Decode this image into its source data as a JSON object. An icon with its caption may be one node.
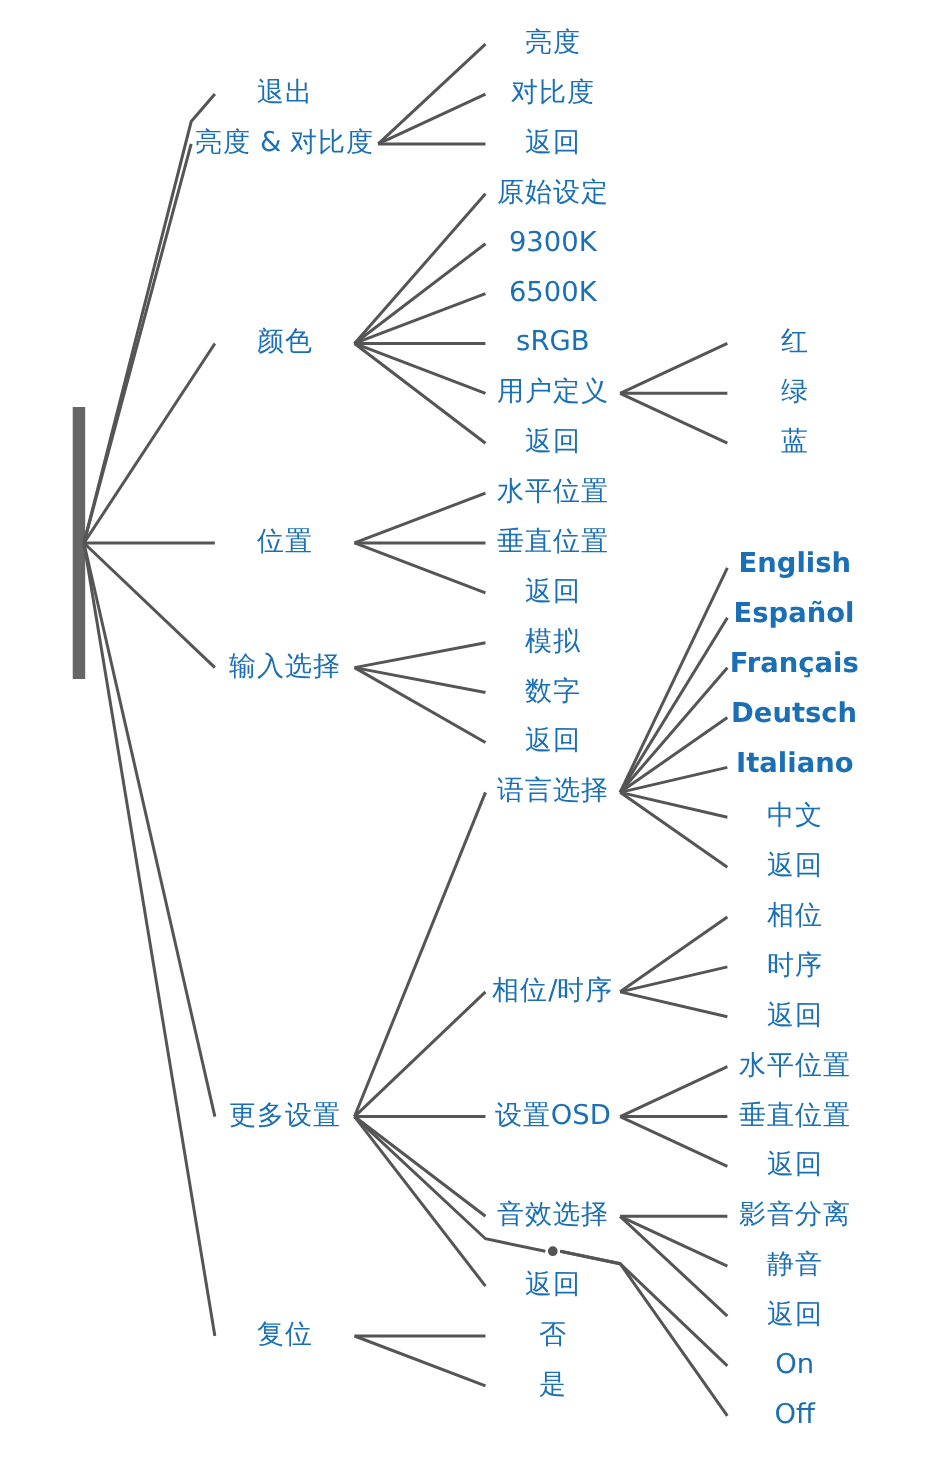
{
  "diagram": {
    "nodes": [
      {
        "text": [],
        "shape": "bar"
      },
      {
        "text": [
          "退出"
        ]
      },
      {
        "text": [
          "亮度 & 对比度"
        ]
      },
      {
        "text": [
          "亮度"
        ]
      },
      {
        "text": [
          "对比度"
        ]
      },
      {
        "text": [
          "返回"
        ]
      },
      {
        "text": [
          "颜色"
        ]
      },
      {
        "text": [
          "原始设定"
        ]
      },
      {
        "text": [
          "9300K"
        ]
      },
      {
        "text": [
          "6500K"
        ]
      },
      {
        "text": [
          "sRGB"
        ]
      },
      {
        "text": [
          "用户定义"
        ]
      },
      {
        "text": [
          "红"
        ]
      },
      {
        "text": [
          "绿"
        ]
      },
      {
        "text": [
          "蓝"
        ]
      },
      {
        "text": [
          "返回"
        ]
      },
      {
        "text": [
          "位置"
        ]
      },
      {
        "text": [
          "水平位置"
        ]
      },
      {
        "text": [
          "垂直位置"
        ]
      },
      {
        "text": [
          "返回"
        ]
      },
      {
        "text": [
          "输入选择"
        ]
      },
      {
        "text": [
          "模拟"
        ]
      },
      {
        "text": [
          "数字"
        ]
      },
      {
        "text": [
          "返回"
        ]
      },
      {
        "text": [
          "更多设置"
        ]
      },
      {
        "text": [
          "语言选择"
        ]
      },
      {
        "text": [
          "English"
        ]
      },
      {
        "text": [
          "Español"
        ]
      },
      {
        "text": [
          "Français"
        ]
      },
      {
        "text": [
          "Deutsch"
        ]
      },
      {
        "text": [
          "Italiano"
        ]
      },
      {
        "text": [
          "中文"
        ]
      },
      {
        "text": [
          "返回"
        ]
      },
      {
        "text": [
          "相位/时序"
        ]
      },
      {
        "text": [
          "相位"
        ]
      },
      {
        "text": [
          "时序"
        ]
      },
      {
        "text": [
          "返回"
        ]
      },
      {
        "text": [
          "设置OSD"
        ]
      },
      {
        "text": [
          "水平位置"
        ]
      },
      {
        "text": [
          "垂直位置"
        ]
      },
      {
        "text": [
          "返回"
        ]
      },
      {
        "text": [
          "音效选择"
        ]
      },
      {
        "text": [
          "影音分离"
        ]
      },
      {
        "text": [
          "静音"
        ]
      },
      {
        "text": [
          "返回"
        ]
      },
      {
        "text": [],
        "shape": "point"
      },
      {
        "text": [
          "On"
        ]
      },
      {
        "text": [
          "Off"
        ]
      },
      {
        "text": [
          "返回"
        ]
      },
      {
        "text": [
          "复位"
        ]
      },
      {
        "text": [
          "否"
        ]
      },
      {
        "text": [
          "是"
        ]
      }
    ],
    "edges": [
      {
        "from": 0,
        "to": 1,
        "arrow": "none"
      },
      {
        "from": 0,
        "to": 2,
        "arrow": "none"
      },
      {
        "from": 2,
        "to": 3,
        "arrow": "none"
      },
      {
        "from": 2,
        "to": 4,
        "arrow": "none"
      },
      {
        "from": 2,
        "to": 5,
        "arrow": "none"
      },
      {
        "from": 0,
        "to": 6,
        "arrow": "none"
      },
      {
        "from": 6,
        "to": 7,
        "arrow": "none"
      },
      {
        "from": 6,
        "to": 8,
        "arrow": "none"
      },
      {
        "from": 6,
        "to": 9,
        "arrow": "none"
      },
      {
        "from": 6,
        "to": 10,
        "arrow": "none"
      },
      {
        "from": 6,
        "to": 11,
        "arrow": "none"
      },
      {
        "from": 11,
        "to": 12,
        "arrow": "none"
      },
      {
        "from": 11,
        "to": 13,
        "arrow": "none"
      },
      {
        "from": 11,
        "to": 14,
        "arrow": "none"
      },
      {
        "from": 6,
        "to": 15,
        "arrow": "none"
      },
      {
        "from": 0,
        "to": 16,
        "arrow": "none"
      },
      {
        "from": 16,
        "to": 17,
        "arrow": "none"
      },
      {
        "from": 16,
        "to": 18,
        "arrow": "none"
      },
      {
        "from": 16,
        "to": 19,
        "arrow": "none"
      },
      {
        "from": 0,
        "to": 20,
        "arrow": "none"
      },
      {
        "from": 20,
        "to": 21,
        "arrow": "none"
      },
      {
        "from": 20,
        "to": 22,
        "arrow": "none"
      },
      {
        "from": 20,
        "to": 23,
        "arrow": "none"
      },
      {
        "from": 0,
        "to": 24,
        "arrow": "none"
      },
      {
        "from": 24,
        "to": 25,
        "arrow": "none"
      },
      {
        "from": 25,
        "to": 26,
        "arrow": "none"
      },
      {
        "from": 25,
        "to": 27,
        "arrow": "none"
      },
      {
        "from": 25,
        "to": 28,
        "arrow": "none"
      },
      {
        "from": 25,
        "to": 29,
        "arrow": "none"
      },
      {
        "from": 25,
        "to": 30,
        "arrow": "none"
      },
      {
        "from": 25,
        "to": 31,
        "arrow": "none"
      },
      {
        "from": 25,
        "to": 32,
        "arrow": "none"
      },
      {
        "from": 24,
        "to": 33,
        "arrow": "none"
      },
      {
        "from": 33,
        "to": 34,
        "arrow": "none"
      },
      {
        "from": 33,
        "to": 35,
        "arrow": "none"
      },
      {
        "from": 33,
        "to": 36,
        "arrow": "none"
      },
      {
        "from": 24,
        "to": 37,
        "arrow": "none"
      },
      {
        "from": 37,
        "to": 38,
        "arrow": "none"
      },
      {
        "from": 37,
        "to": 39,
        "arrow": "none"
      },
      {
        "from": 37,
        "to": 40,
        "arrow": "none"
      },
      {
        "from": 24,
        "to": 41,
        "arrow": "none"
      },
      {
        "from": 41,
        "to": 42,
        "arrow": "none"
      },
      {
        "from": 41,
        "to": 43,
        "arrow": "none"
      },
      {
        "from": 41,
        "to": 44,
        "arrow": "none"
      },
      {
        "from": 24,
        "to": 45,
        "arrow": "none"
      },
      {
        "from": 45,
        "to": 46,
        "arrow": "none"
      },
      {
        "from": 45,
        "to": 47,
        "arrow": "none"
      },
      {
        "from": 24,
        "to": 48,
        "arrow": "none"
      },
      {
        "from": 0,
        "to": 49,
        "arrow": "none"
      },
      {
        "from": 49,
        "to": 50,
        "arrow": "none"
      },
      {
        "from": 49,
        "to": 51,
        "arrow": "none"
      }
    ]
  }
}
